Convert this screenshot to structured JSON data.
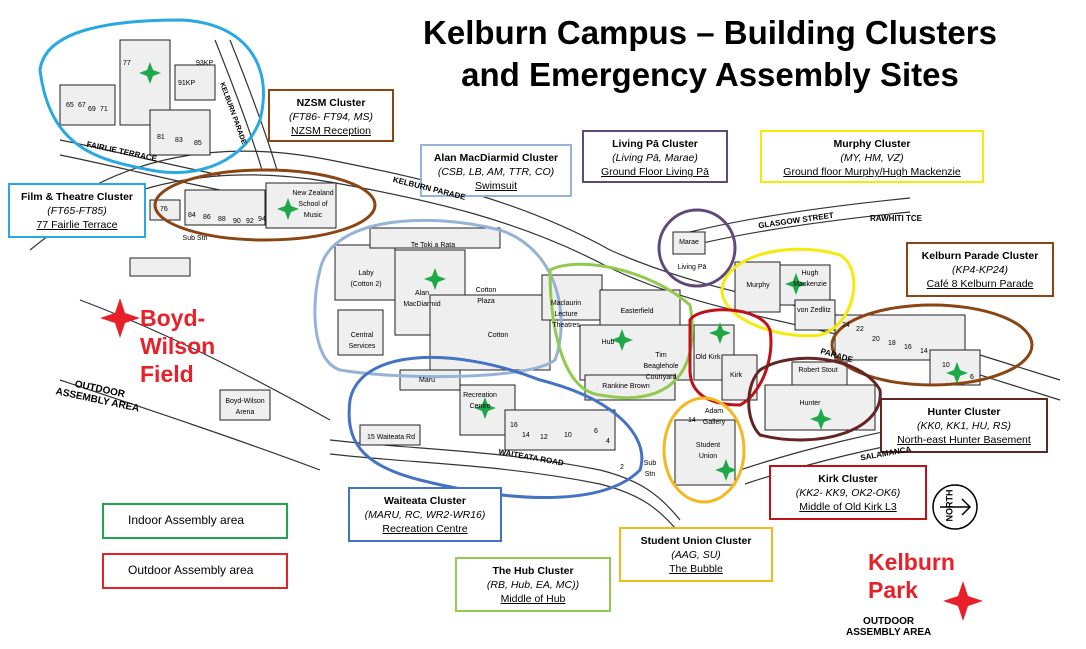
{
  "title": {
    "line1": "Kelburn Campus – Building Clusters",
    "line2": "and Emergency Assembly Sites"
  },
  "clusters": [
    {
      "name": "NZSM Cluster",
      "codes": "(FT86- FT94, MS)",
      "site": "NZSM Reception",
      "color": "#8b4513"
    },
    {
      "name": "Alan MacDiarmid Cluster",
      "codes": "(CSB, LB, AM, TTR, CO)",
      "site": "Swimsuit",
      "color": "#95b3d7"
    },
    {
      "name": "Living Pā Cluster",
      "codes": "(Living Pā, Marae)",
      "site": "Ground Floor Living Pā",
      "color": "#5f497a"
    },
    {
      "name": "Murphy Cluster",
      "codes": "(MY, HM, VZ)",
      "site": "Ground floor Murphy/Hugh Mackenzie",
      "color": "#f5ea0a"
    },
    {
      "name": "Film & Theatre Cluster",
      "codes": "(FT65-FT85)",
      "site": "77 Fairlie Terrace",
      "color": "#29a9e1"
    },
    {
      "name": "Kelburn Parade Cluster",
      "codes": "(KP4-KP24)",
      "site": "Café 8 Kelburn Parade",
      "color": "#8b4513"
    },
    {
      "name": "Hunter Cluster",
      "codes": "(KK0, KK1, HU, RS)",
      "site": "North-east Hunter Basement",
      "color": "#632523"
    },
    {
      "name": "Kirk Cluster",
      "codes": "(KK2- KK9, OK2-OK6)",
      "site": "Middle of Old Kirk L3",
      "color": "#c0101a"
    },
    {
      "name": "Waiteata Cluster",
      "codes": "(MARU, RC, WR2-WR16)",
      "site": "Recreation Centre",
      "color": "#4472c4"
    },
    {
      "name": "Student Union Cluster",
      "codes": "(AAG, SU)",
      "site": "The Bubble",
      "color": "#f5b81c"
    },
    {
      "name": "The Hub Cluster",
      "codes": "(RB, Hub, EA, MC))",
      "site": "Middle of Hub",
      "color": "#92c94f"
    }
  ],
  "legend": {
    "indoor": {
      "label": "Indoor Assembly area",
      "color": "#1fa84a"
    },
    "outdoor": {
      "label": "Outdoor Assembly area",
      "color": "#e8202a"
    }
  },
  "outdoor_sites": {
    "boyd_wilson": {
      "line1": "Boyd-",
      "line2": "Wilson",
      "line3": "Field",
      "caption1": "OUTDOOR",
      "caption2": "ASSEMBLY AREA"
    },
    "kelburn_park": {
      "line1": "Kelburn",
      "line2": "Park",
      "caption1": "OUTDOOR",
      "caption2": "ASSEMBLY AREA"
    }
  },
  "streets": {
    "kelburn_parade": "KELBURN PARADE",
    "fairlie_terrace": "FAIRLIE TERRACE",
    "glasgow_street": "GLASGOW STREET",
    "rawhiti_tce": "RAWHITI TCE",
    "waiteata_road": "WAITEATA ROAD",
    "salamanca": "SALAMANCA",
    "parade": "PARADE",
    "kelburn_parade_vertical": "KELBURN PARADE"
  },
  "north": "NORTH",
  "buildings": {
    "laby": "Laby (Cotton 2)",
    "alan_macdiarmid": "Alan MacDiarmid",
    "cotton": "Cotton",
    "cotton_plaza": "Cotton Plaza",
    "te_toki": "Te Toki a Rata",
    "central_services": "Central Services",
    "maclaurin": "Maclaurin Lecture Theatres",
    "easterfield": "Easterfield",
    "hub": "Hub",
    "tim_beaglehole": "Tim Beaglehole Courtyard",
    "rankine_brown": "Rankine Brown",
    "marae": "Marae",
    "living_pa": "Living Pā",
    "murphy": "Murphy",
    "hugh_mackenzie": "Hugh Mackenzie",
    "von_zedlitz": "von Zedlitz",
    "old_kirk": "Old Kirk",
    "kirk": "Kirk",
    "robert_stout": "Robert Stout",
    "hunter": "Hunter",
    "adam_gallery": "Adam Gallery",
    "student_union": "Student Union",
    "maru": "Maru",
    "recreation_centre": "Recreation Centre",
    "waiteata_15": "15 Waiteata Rd",
    "boyd_wilson_arena": "Boyd-Wilson Arena",
    "nzsm": "New Zealand School of Music",
    "sub_stn": "Sub Stn",
    "sub_stn_2": "Sub Stn"
  },
  "numbers": {
    "n77": "77",
    "n91": "91KP",
    "n65": "65",
    "n67": "67",
    "n69": "69",
    "n71": "71",
    "n81": "81",
    "n83": "83",
    "n85": "85",
    "n93": "93KP",
    "n76": "76",
    "n84": "84",
    "n86": "86",
    "n88": "88",
    "n90": "90",
    "n92": "92",
    "n94": "94",
    "k24": "24",
    "k22": "22",
    "k20": "20",
    "k18": "18",
    "k16": "16",
    "k14": "14",
    "k10": "10",
    "k6": "6",
    "w16": "16",
    "w14": "14",
    "w12": "12",
    "w10": "10",
    "w6": "6",
    "w4": "4",
    "w2": "2",
    "su14": "14"
  }
}
